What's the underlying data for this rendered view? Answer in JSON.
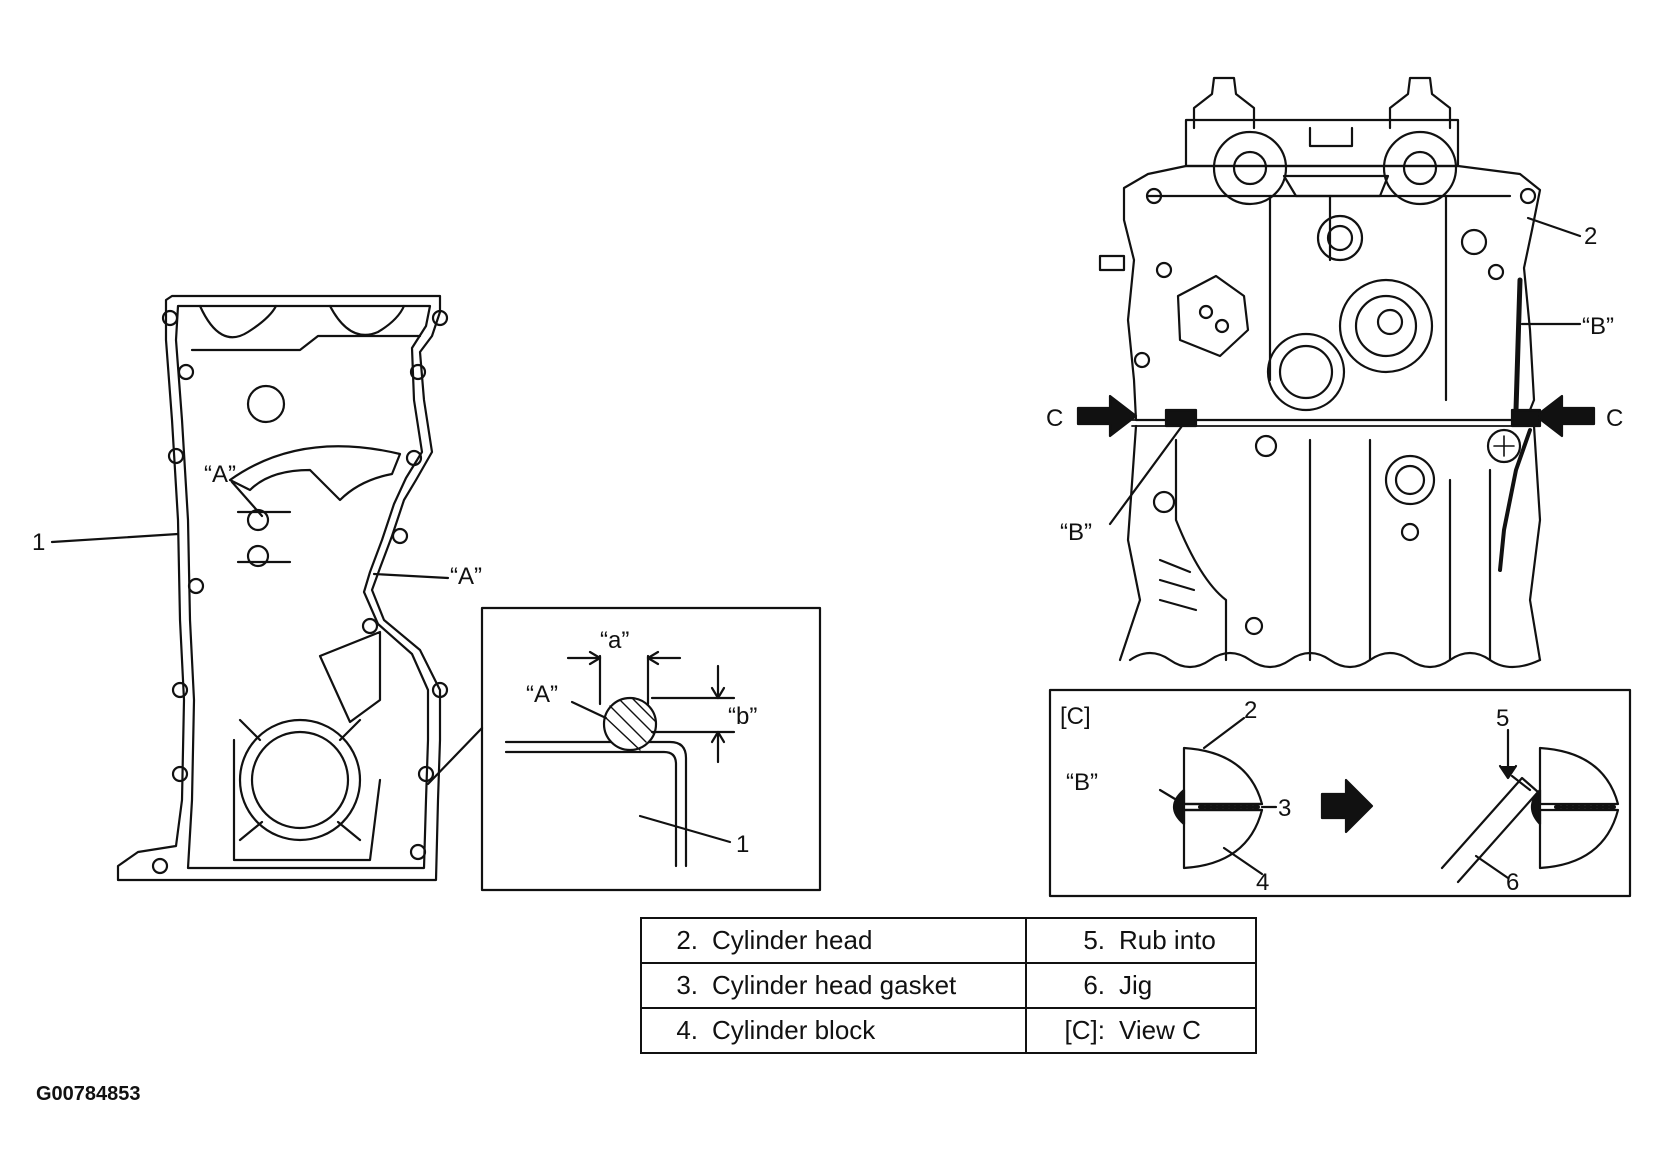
{
  "left_view": {
    "label_1": "1",
    "label_A_upper": "“A”",
    "label_A_side": "“A”"
  },
  "detail_view": {
    "label_a": "“a”",
    "label_b": "“b”",
    "label_A": "“A”",
    "label_1": "1"
  },
  "right_view": {
    "label_2": "2",
    "label_B_right": "“B”",
    "label_B_left": "“B”",
    "label_C_left": "C",
    "label_C_right": "C"
  },
  "view_c": {
    "tag": "[C]",
    "label_2": "2",
    "label_B": "“B”",
    "label_3": "3",
    "label_4": "4",
    "label_5": "5",
    "label_6": "6"
  },
  "legend": {
    "rows": [
      {
        "left_num": "2.",
        "left_text": "Cylinder head",
        "right_num": "5.",
        "right_text": "Rub into"
      },
      {
        "left_num": "3.",
        "left_text": "Cylinder head gasket",
        "right_num": "6.",
        "right_text": "Jig"
      },
      {
        "left_num": "4.",
        "left_text": "Cylinder block",
        "right_num": "[C]:",
        "right_text": "View C"
      }
    ]
  },
  "figure_id": "G00784853"
}
